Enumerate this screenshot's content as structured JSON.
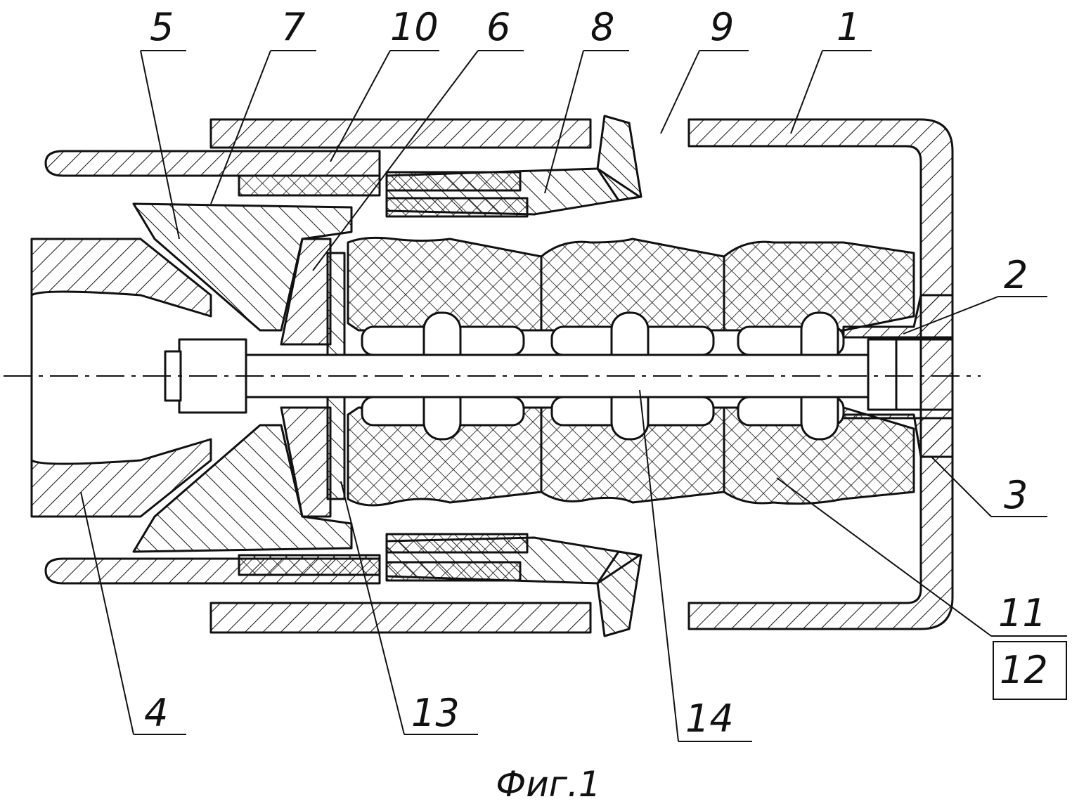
{
  "figure": {
    "caption": "Фиг.1",
    "labels": {
      "l1": "1",
      "l2": "2",
      "l3": "3",
      "l4": "4",
      "l5": "5",
      "l6": "6",
      "l7": "7",
      "l8": "8",
      "l9": "9",
      "l10": "10",
      "l11": "11",
      "l12": "12",
      "l13": "13",
      "l14": "14"
    }
  }
}
